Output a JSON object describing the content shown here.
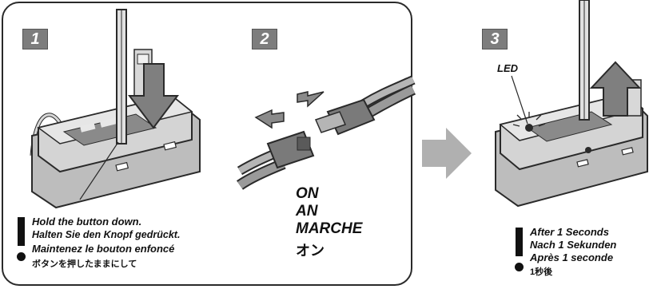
{
  "steps": {
    "step1": {
      "number": "1",
      "lines": [
        "Hold the button down.",
        "Halten Sie den Knopf gedrückt.",
        "Maintenez le bouton enfoncé",
        "ボタンを押したままにして"
      ]
    },
    "step2": {
      "number": "2",
      "labels": [
        "ON",
        "AN",
        "MARCHE",
        "オン"
      ]
    },
    "step3": {
      "number": "3",
      "led_label": "LED",
      "lines": [
        "After 1 Seconds",
        "Nach 1 Sekunden",
        "Après 1 seconde",
        "1秒後"
      ]
    }
  },
  "colors": {
    "arrow_gray": "#7f7f7f",
    "device_gray": "#c8c8c8",
    "device_dark": "#9a9a9a",
    "outline": "#2a2a2a"
  },
  "icons": [
    "caution-icon",
    "down-arrow-icon",
    "up-arrow-icon",
    "connect-arrows-icon",
    "next-step-arrow-icon"
  ]
}
